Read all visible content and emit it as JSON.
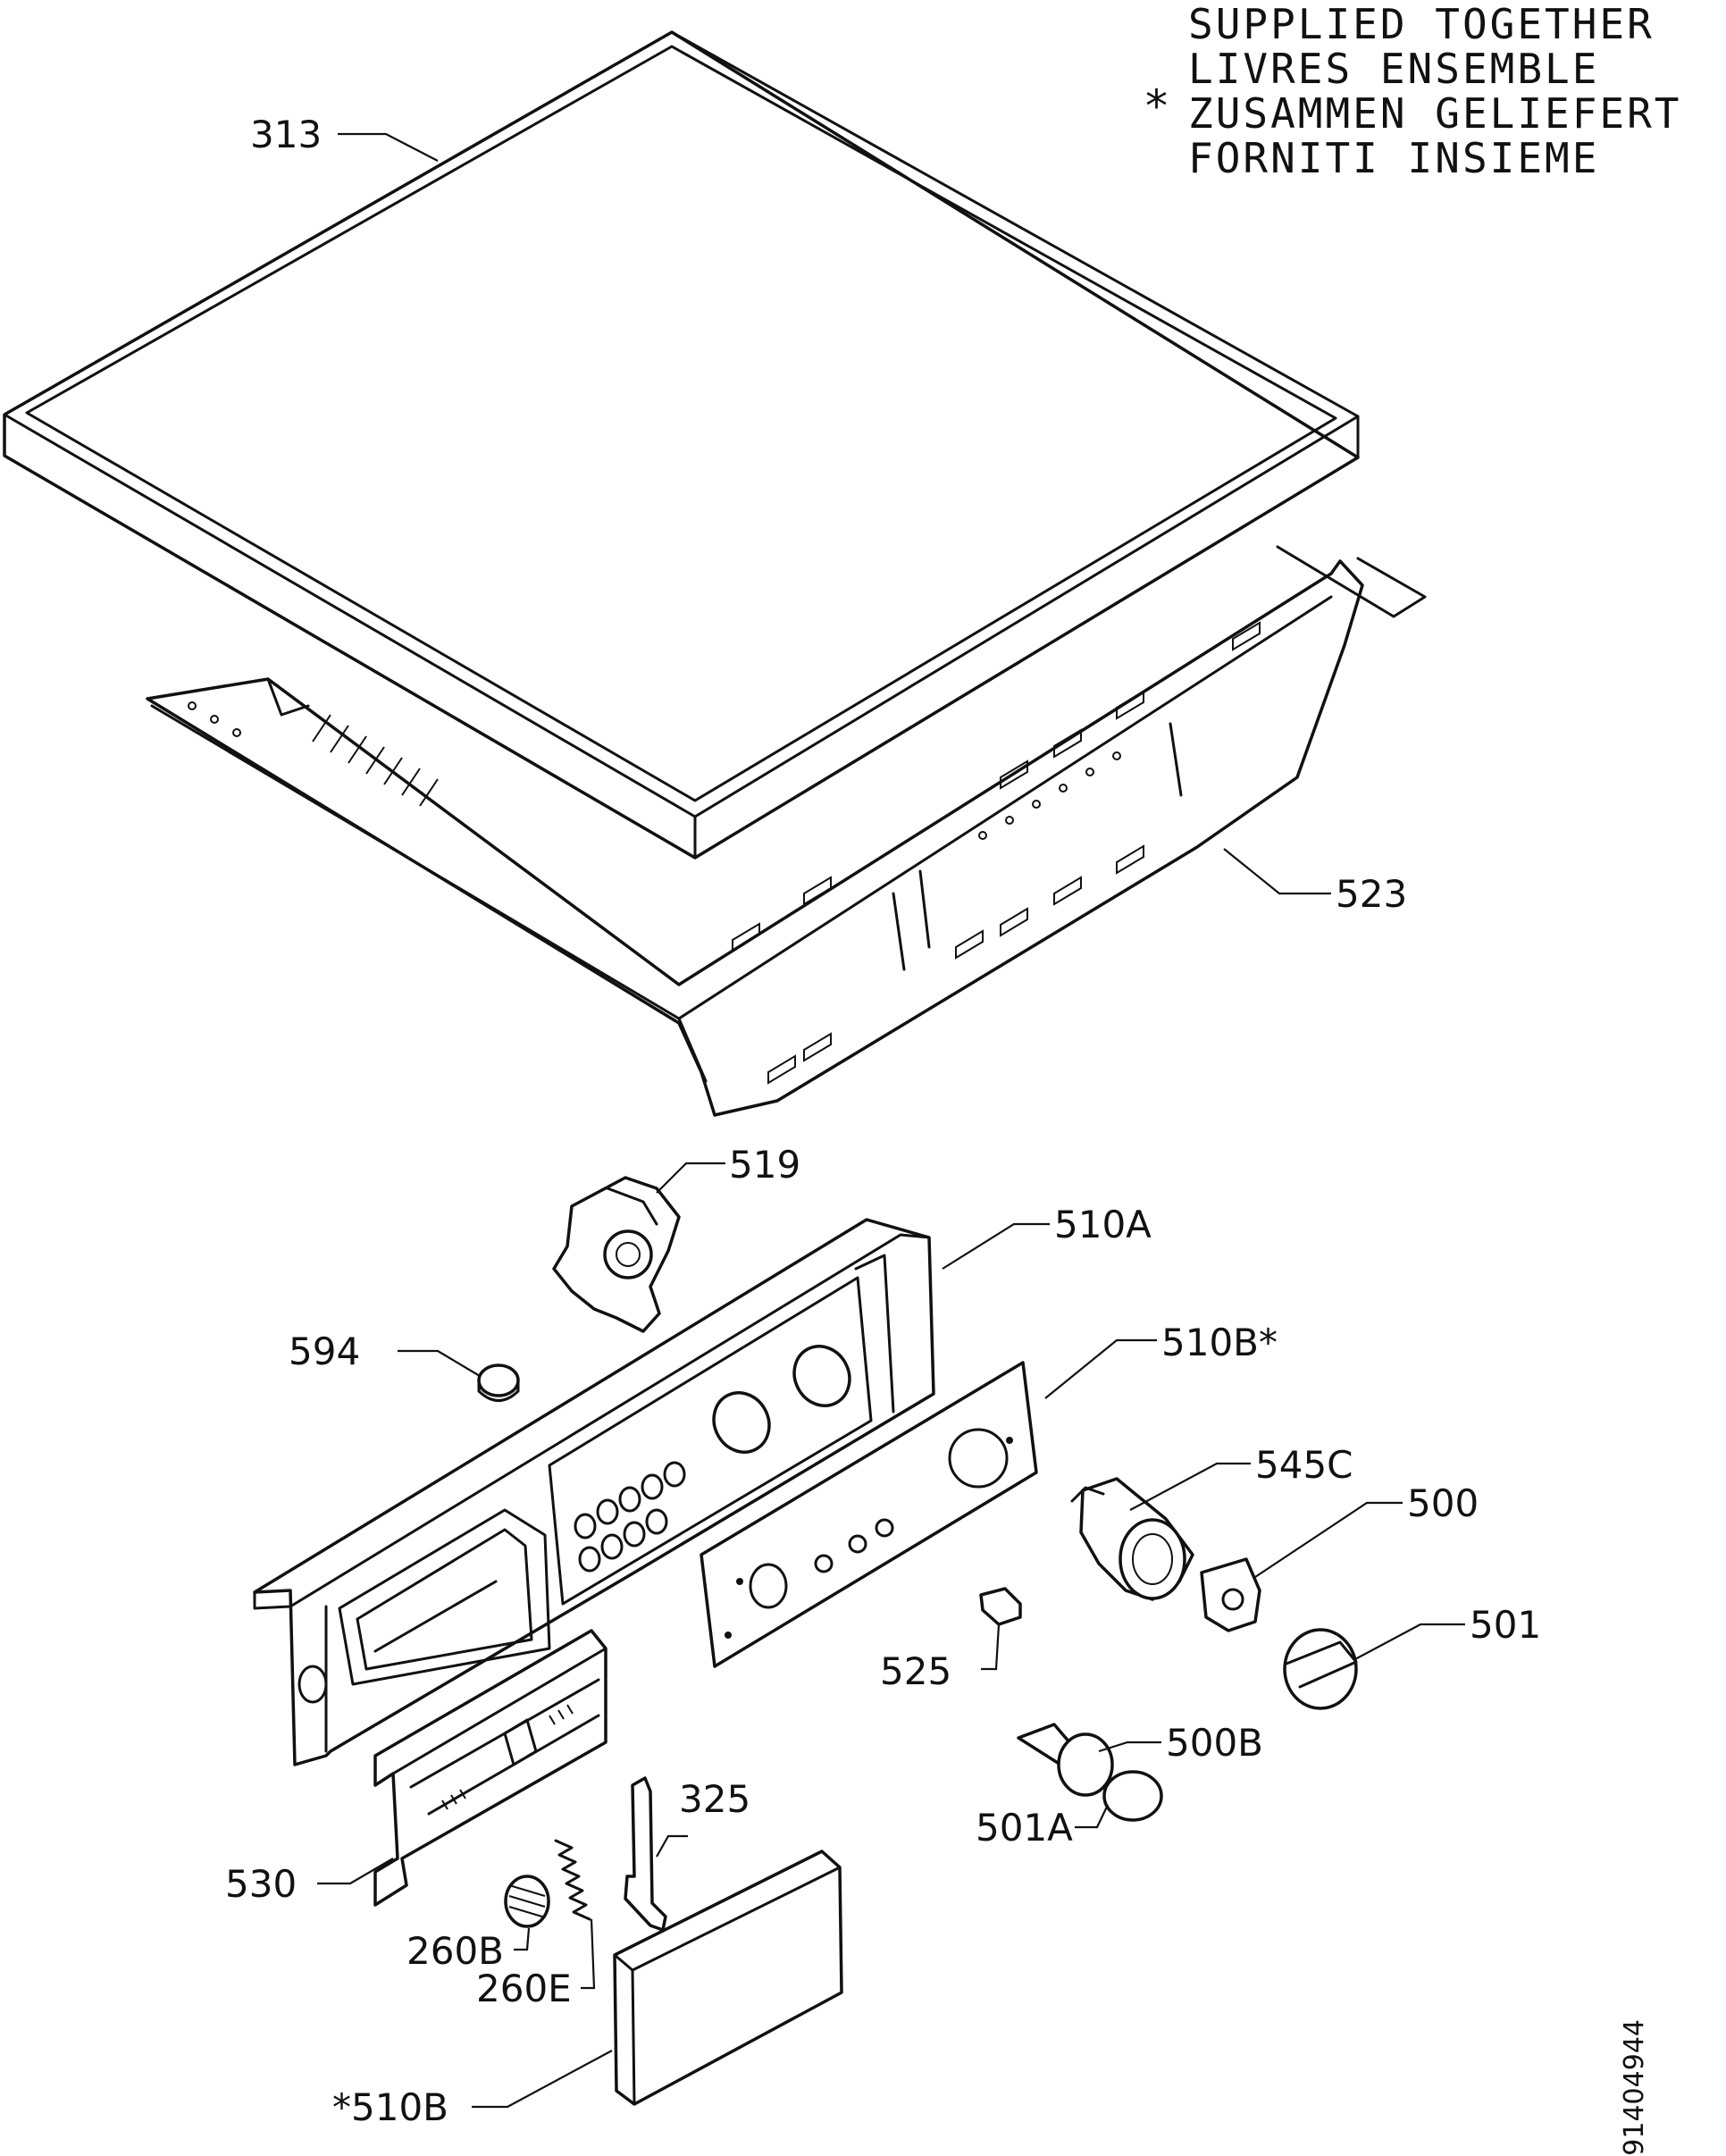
{
  "legend": {
    "symbol": "*",
    "lines": [
      "SUPPLIED TOGETHER",
      "LIVRES ENSEMBLE",
      "ZUSAMMEN GELIEFERT",
      "FORNITI INSIEME"
    ]
  },
  "document_number": "91404944",
  "callouts": {
    "c313": "313",
    "c523": "523",
    "c519": "519",
    "c510A": "510A",
    "c594": "594",
    "c510Bstar": "510B*",
    "c545C": "545C",
    "c500": "500",
    "c501": "501",
    "c525": "525",
    "c500B": "500B",
    "c501A": "501A",
    "c325": "325",
    "c530": "530",
    "c260B": "260B",
    "c260E": "260E",
    "c510Bbottom": "*510B"
  }
}
